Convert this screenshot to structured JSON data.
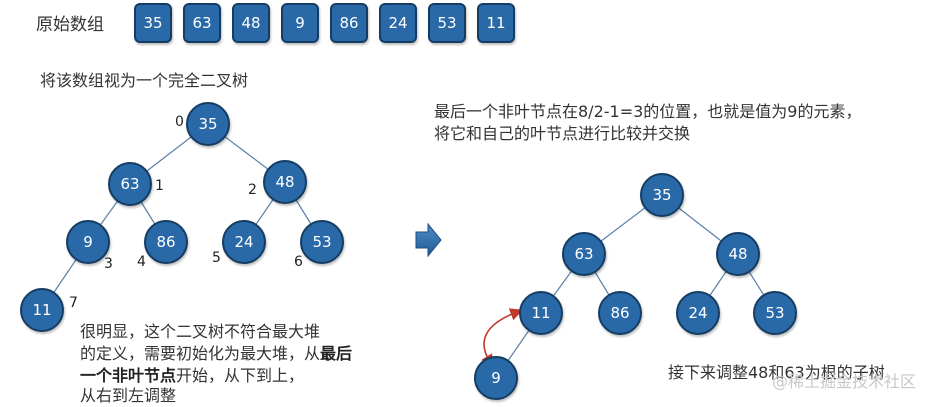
{
  "array": {
    "label": "原始数组",
    "values": [
      "35",
      "63",
      "48",
      "9",
      "86",
      "24",
      "53",
      "11"
    ]
  },
  "left_tree": {
    "caption": "将该数组视为一个完全二叉树",
    "nodes": [
      "35",
      "63",
      "48",
      "9",
      "86",
      "24",
      "53",
      "11"
    ],
    "indices": [
      "0",
      "1",
      "2",
      "3",
      "4",
      "5",
      "6",
      "7"
    ]
  },
  "left_note": {
    "line1": "很明显，这个二叉树不符合最大堆",
    "line2_prefix": "的定义，需要初始化为最大堆，从",
    "line2_bold": "最后",
    "line3_bold": "一个非叶节点",
    "line3_suffix": "开始，从下到上，",
    "line4": "从右到左调整"
  },
  "right_tree": {
    "caption_line1": "最后一个非叶节点在8/2-1=3的位置，也就是值为9的元素，",
    "caption_line2": "将它和自己的叶节点进行比较并交换",
    "nodes": [
      "35",
      "63",
      "48",
      "11",
      "86",
      "24",
      "53",
      "9"
    ],
    "footer": "接下来调整48和63为根的子树"
  },
  "watermark": "@稀土掘金技术社区",
  "colors": {
    "node_fill": "#2a69a8",
    "node_border": "#153d63",
    "swap_arrow": "#c0392b",
    "edge": "#5a7fa8"
  },
  "icons": {
    "transition": "right-arrow-icon"
  }
}
